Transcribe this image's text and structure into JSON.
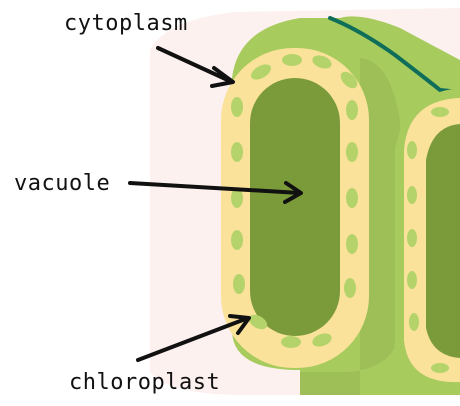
{
  "diagram": {
    "labels": {
      "cytoplasm": "cytoplasm",
      "vacuole": "vacuole",
      "chloroplast": "chloroplast"
    },
    "colors": {
      "background_blob": "#fdf1ef",
      "cell_wall": "#a8cb5e",
      "cell_wall_shadow": "#8fb24e",
      "cytoplasm": "#fbe29a",
      "vacuole": "#7b9b3b",
      "chloroplast": "#b4d36b",
      "cell_junction": "#0f6e5a",
      "arrow": "#111111"
    }
  }
}
